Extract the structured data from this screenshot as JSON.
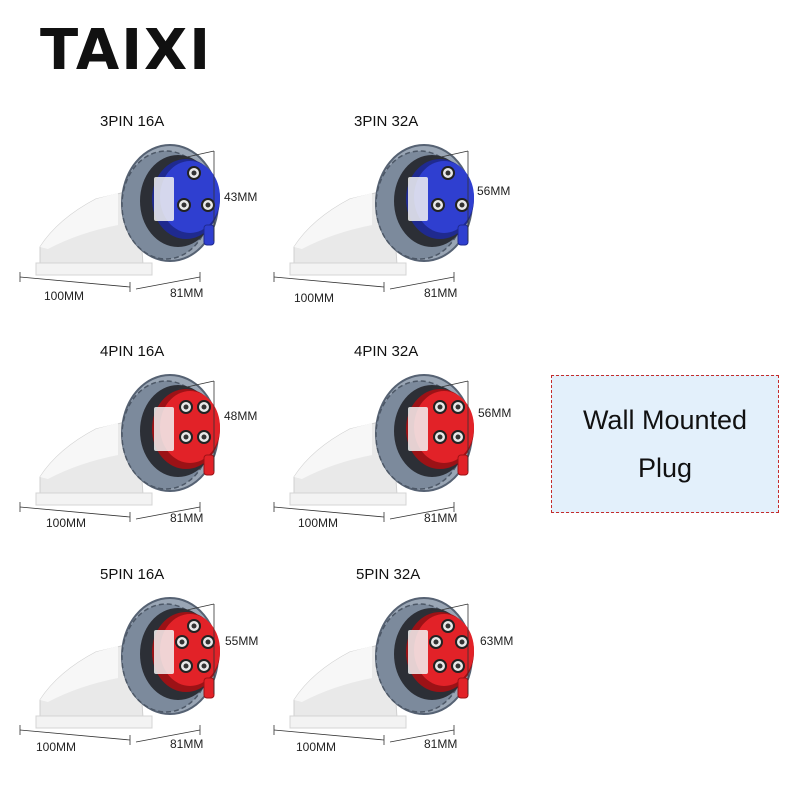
{
  "brand": "TAIXI",
  "callout": {
    "line1": "Wall Mounted",
    "line2": "Plug"
  },
  "colors": {
    "blue_plug": "#2f3fd0",
    "red_plug": "#e22228",
    "housing": "#eeeeee",
    "ring": "#7c8a9c",
    "callout_bg": "#e3f0fb",
    "callout_border": "#c42c2c"
  },
  "products": [
    {
      "title": "3PIN 16A",
      "face": "43MM",
      "width": "100MM",
      "depth": "81MM",
      "color": "blue",
      "pins": 3
    },
    {
      "title": "3PIN 32A",
      "face": "56MM",
      "width": "100MM",
      "depth": "81MM",
      "color": "blue",
      "pins": 3
    },
    {
      "title": "4PIN 16A",
      "face": "48MM",
      "width": "100MM",
      "depth": "81MM",
      "color": "red",
      "pins": 4
    },
    {
      "title": "4PIN 32A",
      "face": "56MM",
      "width": "100MM",
      "depth": "81MM",
      "color": "red",
      "pins": 4
    },
    {
      "title": "5PIN 16A",
      "face": "55MM",
      "width": "100MM",
      "depth": "81MM",
      "color": "red",
      "pins": 5
    },
    {
      "title": "5PIN 32A",
      "face": "63MM",
      "width": "100MM",
      "depth": "81MM",
      "color": "red",
      "pins": 5
    }
  ]
}
